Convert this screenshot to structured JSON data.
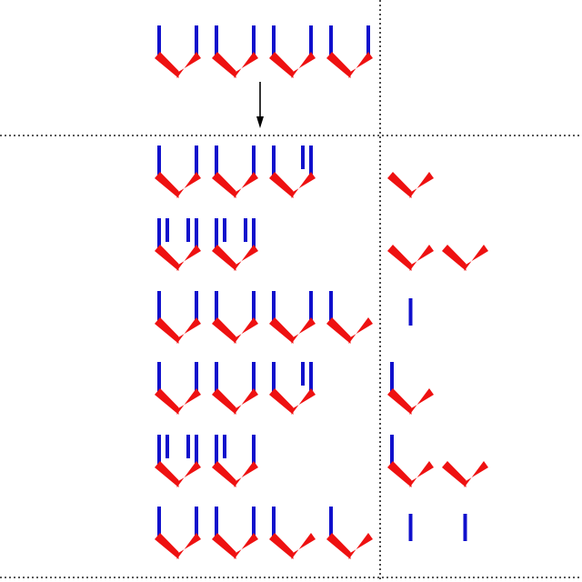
{
  "colors": {
    "blue_arm": "#1010cc",
    "red_wedge": "#ee1111",
    "divider": "#222222",
    "arrow": "#000000"
  },
  "icons": {
    "arrow": "down-arrow-icon",
    "glyph": "v-shaped-glyph-icon"
  },
  "initial_row": {
    "glyphs": [
      "full",
      "full",
      "full",
      "full"
    ]
  },
  "result_rows": [
    {
      "main": [
        "full",
        "full",
        "double-right"
      ],
      "side": [
        "wedge"
      ]
    },
    {
      "main": [
        "double-both",
        "double-both"
      ],
      "side": [
        "wedge",
        "wedge"
      ]
    },
    {
      "main": [
        "full",
        "full",
        "full",
        "left-only"
      ],
      "side": [
        "bar"
      ]
    },
    {
      "main": [
        "full",
        "full",
        "double-right"
      ],
      "side": [
        "left-only"
      ]
    },
    {
      "main": [
        "double-both",
        "double-left"
      ],
      "side": [
        "left-only",
        "wedge"
      ]
    },
    {
      "main": [
        "full",
        "full",
        "left-only",
        "left-only"
      ],
      "side": [
        "bar",
        "bar"
      ]
    }
  ]
}
